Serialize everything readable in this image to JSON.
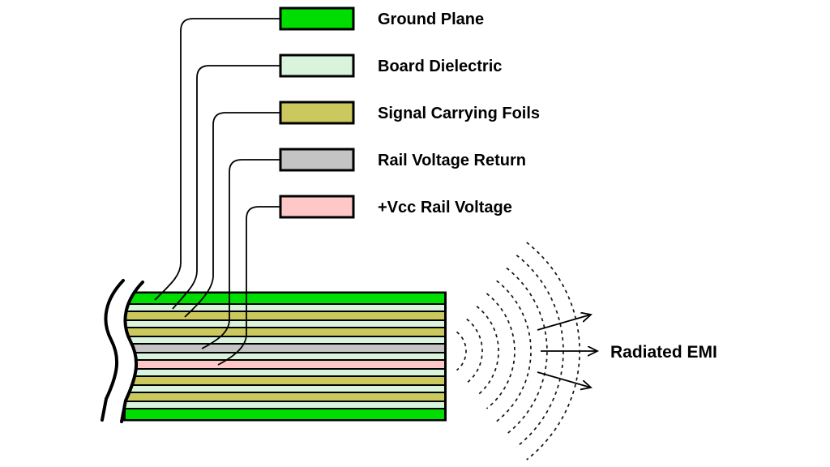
{
  "background": "#ffffff",
  "legend": {
    "items": [
      {
        "label": "Ground Plane",
        "color": "#00dd00"
      },
      {
        "label": "Board Dielectric",
        "color": "#daf3dd"
      },
      {
        "label": "Signal Carrying Foils",
        "color": "#cbc85e"
      },
      {
        "label": "Rail Voltage Return",
        "color": "#c4c4c4"
      },
      {
        "label": "+Vcc Rail Voltage",
        "color": "#ffc8c8"
      }
    ]
  },
  "board": {
    "outline_color": "#000000",
    "layer_sequence": [
      "ground",
      "dielectric",
      "signal",
      "dielectric",
      "signal",
      "dielectric",
      "return",
      "dielectric",
      "vcc",
      "dielectric",
      "signal",
      "dielectric",
      "signal",
      "dielectric",
      "ground"
    ],
    "layer_colors": {
      "ground": "#00dd00",
      "dielectric": "#daf3dd",
      "signal": "#cbc85e",
      "return": "#c4c4c4",
      "vcc": "#ffc8c8"
    }
  },
  "emi": {
    "label": "Radiated EMI",
    "arc_count": 8,
    "arrow_count": 3,
    "line_color": "#000000"
  }
}
